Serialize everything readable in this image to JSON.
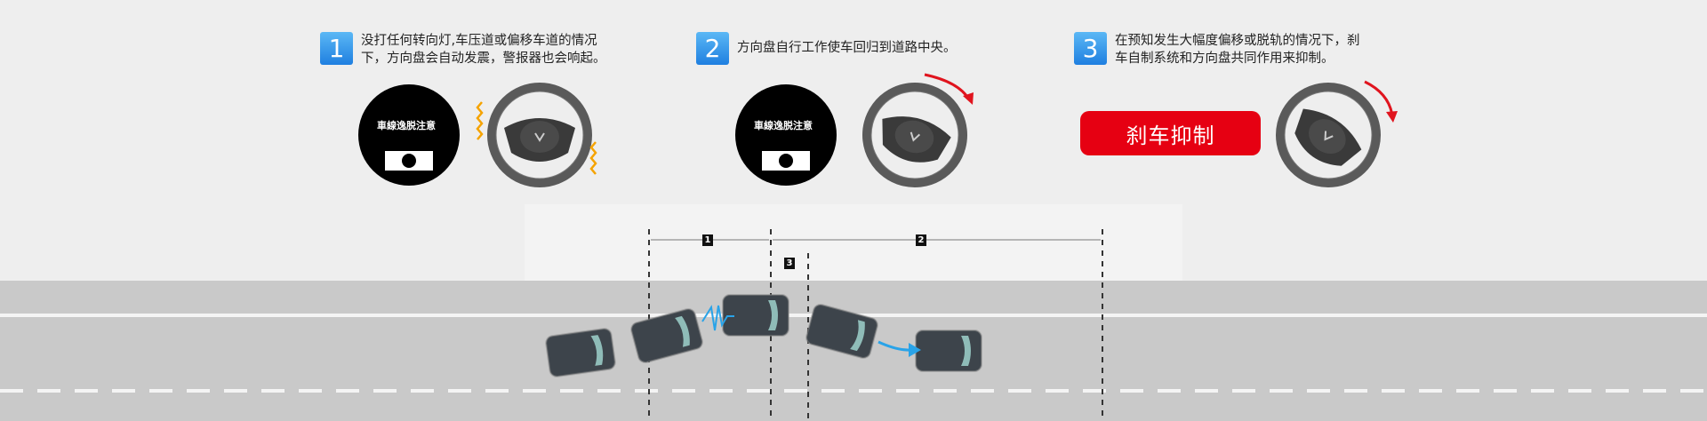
{
  "steps": [
    {
      "number": "1",
      "text_line1": "没打任何转向灯,车压道或偏移车道的情况",
      "text_line2": "下，方向盘会自动发震，警报器也会响起。"
    },
    {
      "number": "2",
      "text_line1": "方向盘自行工作使车回归到道路中央。",
      "text_line2": ""
    },
    {
      "number": "3",
      "text_line1": "在预知发生大幅度偏移或脱轨的情况下，刹",
      "text_line2": "车自制系统和方向盘共同作用来抑制。"
    }
  ],
  "display_text": "車線逸脱注意",
  "brake_label": "刹车抑制",
  "segments": [
    "1",
    "2",
    "3"
  ],
  "colors": {
    "badge": "#2a8ae6",
    "brake": "#e60012",
    "arrow": "#29a3e8",
    "vibration": "#f5a300",
    "rotate_arrow": "#e0141e"
  }
}
